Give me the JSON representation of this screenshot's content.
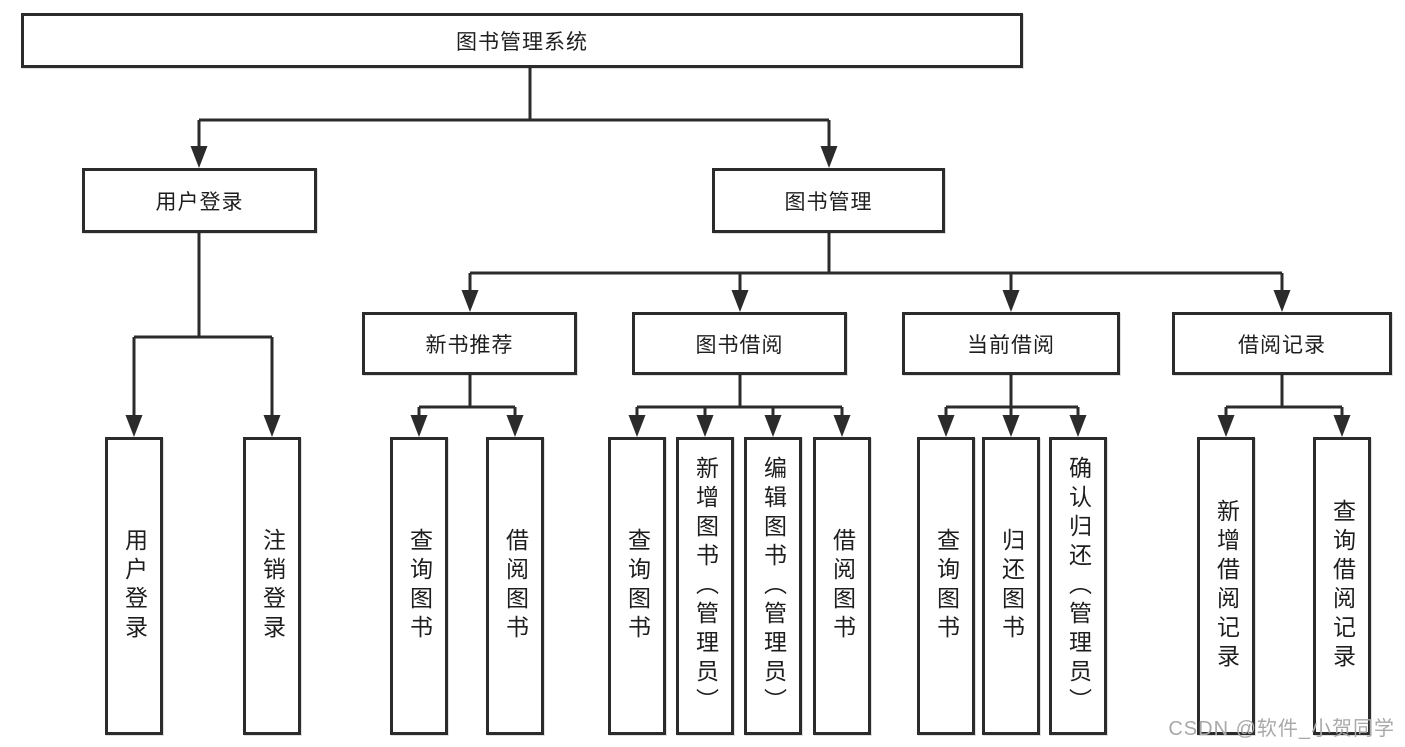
{
  "title": "图书管理系统",
  "branches": {
    "user_login": {
      "label": "用户登录",
      "children": [
        "用户登录",
        "注销登录"
      ]
    },
    "book_mgmt": {
      "label": "图书管理",
      "sections": [
        {
          "label": "新书推荐",
          "children": [
            "查询图书",
            "借阅图书"
          ]
        },
        {
          "label": "图书借阅",
          "children": [
            "查询图书",
            "新增图书（管理员）",
            "编辑图书（管理员）",
            "借阅图书"
          ]
        },
        {
          "label": "当前借阅",
          "children": [
            "查询图书",
            "归还图书",
            "确认归还（管理员）"
          ]
        },
        {
          "label": "借阅记录",
          "children": [
            "新增借阅记录",
            "查询借阅记录"
          ]
        }
      ]
    }
  },
  "watermark": "CSDN @软件_小贺同学",
  "colors": {
    "line": "#2b2b2b",
    "box_border": "#2b2b2b",
    "text": "#1e1e1e",
    "watermark": "#a9a9a9",
    "background": "#ffffff"
  }
}
